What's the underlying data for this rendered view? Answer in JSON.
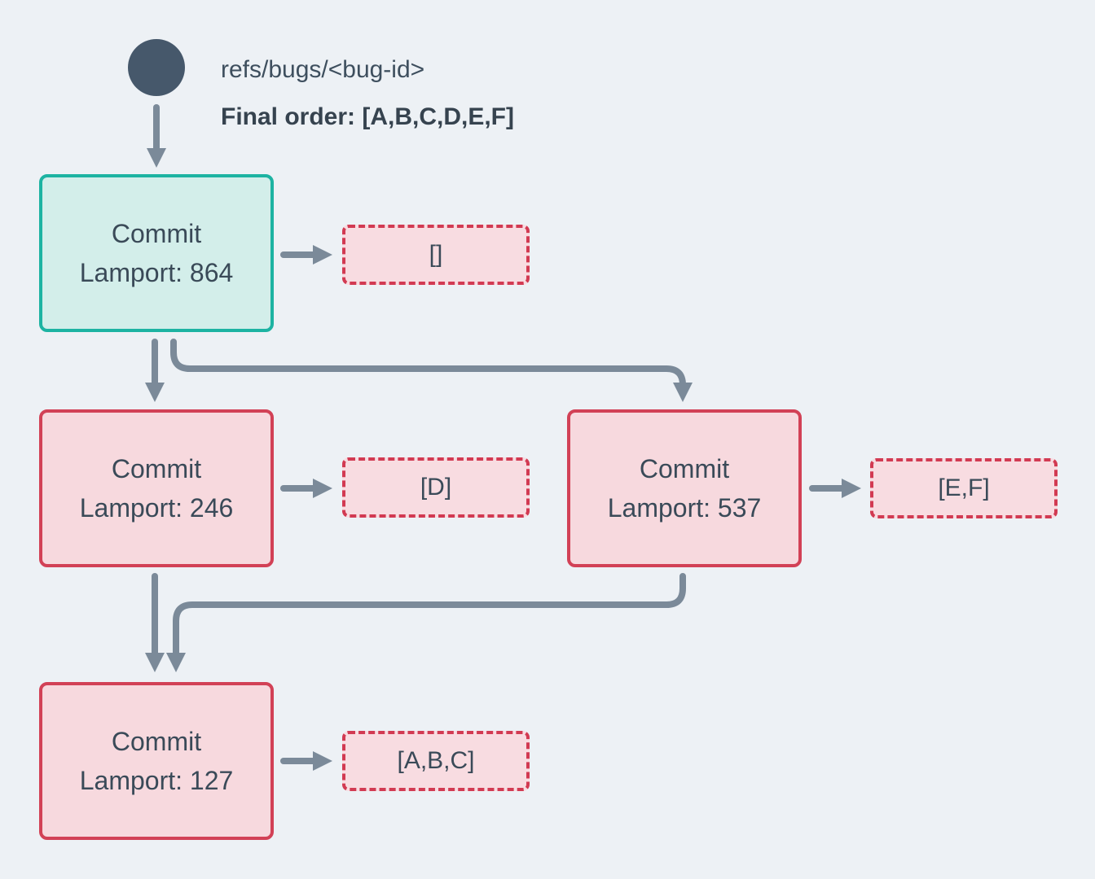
{
  "header": {
    "ref": "refs/bugs/<bug-id>",
    "final_order": "Final order: [A,B,C,D,E,F]"
  },
  "nodes": {
    "commit1": {
      "title": "Commit",
      "lamport": "Lamport: 864",
      "payload": "[]"
    },
    "commit2": {
      "title": "Commit",
      "lamport": "Lamport: 246",
      "payload": "[D]"
    },
    "commit3": {
      "title": "Commit",
      "lamport": "Lamport: 537",
      "payload": "[E,F]"
    },
    "commit4": {
      "title": "Commit",
      "lamport": "Lamport: 127",
      "payload": "[A,B,C]"
    }
  },
  "colors": {
    "background": "#edf1f5",
    "text": "#3a4a58",
    "arrow": "#7b8a99",
    "head_commit_border": "#1db3a2",
    "head_commit_fill": "#d3eeea",
    "commit_border": "#d24156",
    "commit_fill": "#f7d9de",
    "payload_border": "#d23a52",
    "payload_fill": "#f8dce1",
    "ref_dot": "#46586b"
  }
}
